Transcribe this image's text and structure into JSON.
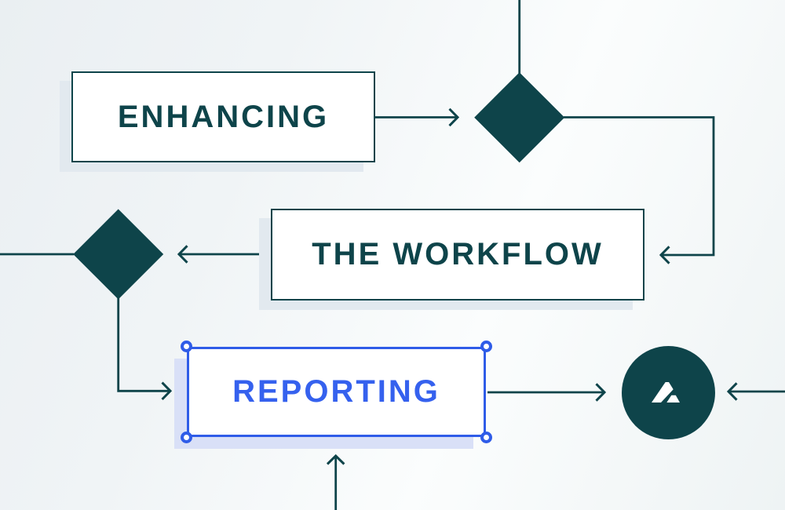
{
  "diagram": {
    "nodes": {
      "enhancing": {
        "label": "ENHANCING",
        "shape": "rectangle",
        "selected": false
      },
      "workflow": {
        "label": "THE WORKFLOW",
        "shape": "rectangle",
        "selected": false
      },
      "reporting": {
        "label": "REPORTING",
        "shape": "rectangle",
        "selected": true
      },
      "decision_top": {
        "label": "",
        "shape": "diamond"
      },
      "decision_left": {
        "label": "",
        "shape": "diamond"
      },
      "logo": {
        "label": "",
        "shape": "circle",
        "icon": "brand-logo"
      }
    },
    "palette": {
      "teal": "#0e444a",
      "blue_accent": "#2f5ce8",
      "blue_text": "#3561ee",
      "node_fill": "#ffffff",
      "teal_node_shadow": "#e2e9ef",
      "selected_node_shadow": "#d9e0f7",
      "background_start": "#eaeff2",
      "background_end": "#fbfdfd",
      "logo_glyph": "#ffffff"
    }
  }
}
